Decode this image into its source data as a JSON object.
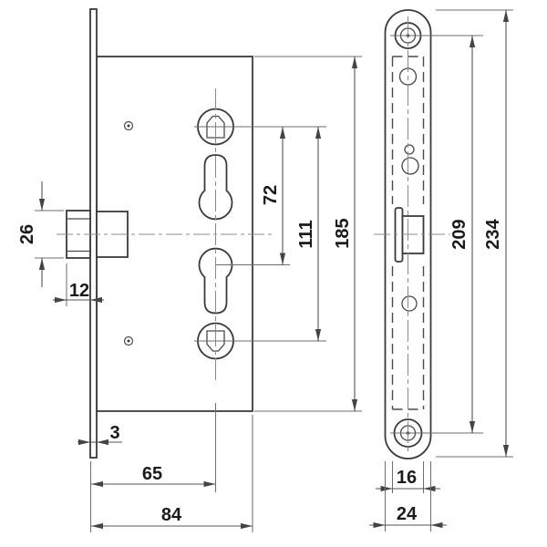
{
  "diagram": {
    "type": "technical-drawing",
    "subject": "mortise lock with euro cylinder holes, two orthographic views",
    "units": "mm",
    "front_view": {
      "latch_height": "26",
      "latch_protrusion": "12",
      "faceplate_thickness": "3",
      "backset": "65",
      "case_depth": "84",
      "follower_to_cylinder": "72",
      "follower_spacing": "111",
      "case_height": "185"
    },
    "edge_view": {
      "screw_hole_spacing": "209",
      "faceplate_length": "234",
      "case_thickness": "16",
      "faceplate_width": "24"
    },
    "colors": {
      "background": "#ffffff",
      "outline": "#3a3a3a",
      "dimension_line": "#565656",
      "center_line": "#8b8b8b",
      "label": "#1b1b1b"
    }
  }
}
